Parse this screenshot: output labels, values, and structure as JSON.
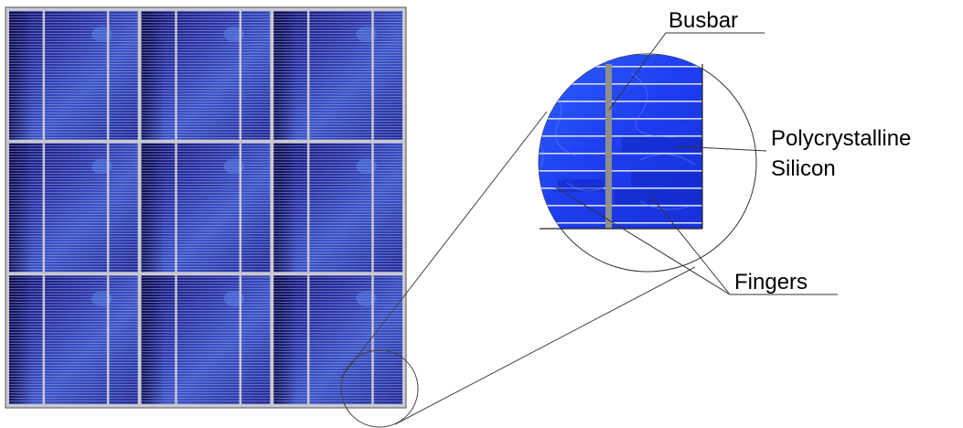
{
  "labels": {
    "busbar": "Busbar",
    "polycrystalline_line1": "Polycrystalline",
    "polycrystalline_line2": "Silicon",
    "fingers": "Fingers"
  },
  "colors": {
    "cell_blue_dark": "#13136b",
    "cell_blue": "#2d34a8",
    "cell_blue_light": "#3d5bd0",
    "zoom_blue": "#1e3ef0",
    "zoom_blue_bright": "#2f63ff",
    "busbar_grey": "#8a8a8a",
    "frame_grey": "#9a9aa2",
    "finger_white": "#d8d8e6"
  },
  "panel": {
    "rows": 3,
    "cols": 3,
    "busbars_per_cell": 2
  }
}
